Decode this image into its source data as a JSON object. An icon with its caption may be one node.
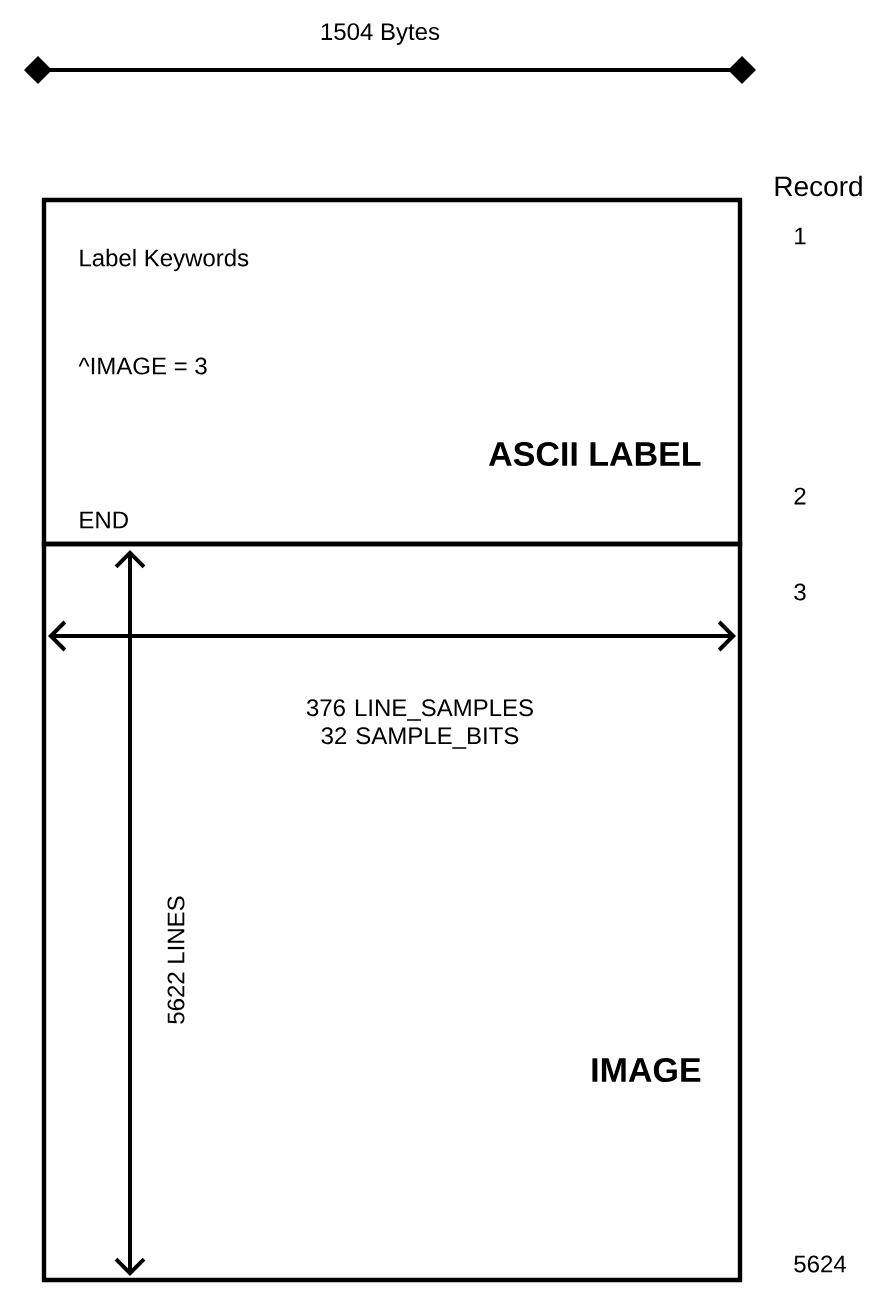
{
  "diagram": {
    "nodes": [
      {
        "text": [
          "Label Keywords",
          "^IMAGE = 3",
          "ASCII LABEL",
          "END"
        ]
      },
      {
        "text": [
          "IMAGE"
        ]
      }
    ],
    "labels": [
      "1504 Bytes",
      "Record",
      "1",
      "2",
      "3",
      "376 LINE_SAMPLES 32 SAMPLE_BITS",
      "5622 LINES",
      "5624"
    ]
  }
}
